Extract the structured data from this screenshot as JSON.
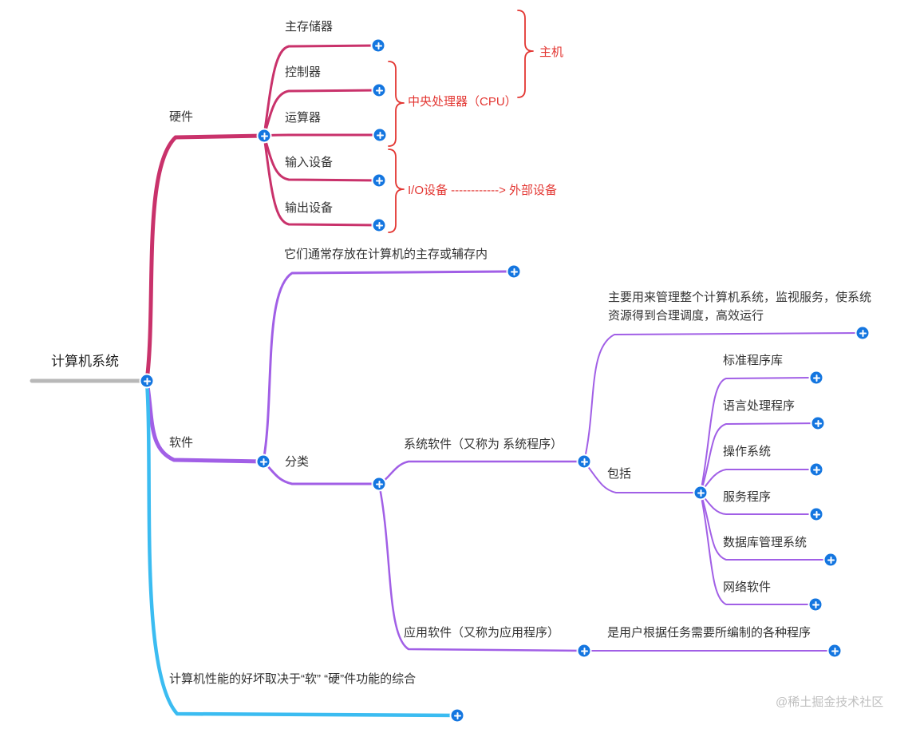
{
  "palette": {
    "hardware_branch": "#c9326b",
    "software_branch": "#a15fe6",
    "performance_branch": "#3bbcf1",
    "annotation_red": "#e33632",
    "connector_blue": "#1476e0",
    "root_line_gray": "#b8b8b8",
    "text": "#333333"
  },
  "root": {
    "label": "计算机系统"
  },
  "hardware": {
    "label": "硬件",
    "children": [
      "主存储器",
      "控制器",
      "运算器",
      "输入设备",
      "输出设备"
    ],
    "annotations": {
      "cpu": "中央处理器（CPU）",
      "host": "主机",
      "io": "I/O设备 ------------> 外部设备"
    }
  },
  "software": {
    "label": "软件",
    "note": "它们通常存放在计算机的主存或辅存内",
    "classification": {
      "label": "分类",
      "system": {
        "label": "系统软件（又称为 系统程序）",
        "description": "主要用来管理整个计算机系统，监视服务，使系统资源得到合理调度，高效运行",
        "includes": {
          "label": "包括",
          "items": [
            "标准程序库",
            "语言处理程序",
            "操作系统",
            "服务程序",
            "数据库管理系统",
            "网络软件"
          ]
        }
      },
      "application": {
        "label": "应用软件（又称为应用程序）",
        "description": "是用户根据任务需要所编制的各种程序"
      }
    }
  },
  "performance": {
    "label": "计算机性能的好坏取决于“软” “硬”件功能的综合"
  },
  "watermark": "@稀土掘金技术社区"
}
